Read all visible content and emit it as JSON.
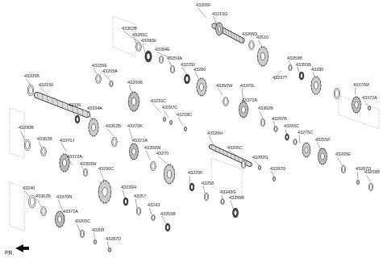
{
  "diagram": {
    "direction_label": "FR.",
    "parts": [
      "43205F",
      "43215G",
      "43205D",
      "43510",
      "43362B",
      "43285C",
      "43280E",
      "43284E",
      "43259A",
      "43225F",
      "43280",
      "43259B",
      "43355B",
      "43237T",
      "43280",
      "43235E",
      "43205A",
      "43350W",
      "43370L",
      "43205B",
      "43215F",
      "43200B",
      "43372A",
      "43370M",
      "43372A",
      "43336",
      "43334A",
      "43216C",
      "43297C",
      "43218C",
      "43362B",
      "43267B",
      "43265C",
      "43362B",
      "43370K",
      "43220H",
      "43276C",
      "43255F",
      "43290B",
      "43362B",
      "43370J",
      "43372A",
      "43372A",
      "43350W",
      "43350W",
      "43205C",
      "43202G",
      "43205E",
      "43270",
      "43287D",
      "43287D",
      "43209B",
      "43290C",
      "43225F",
      "43240",
      "43226H",
      "43258",
      "43243G",
      "43362B",
      "43257",
      "43255B",
      "43370N",
      "43243",
      "43372A",
      "43255B",
      "43205C",
      "43208",
      "43287D"
    ]
  }
}
